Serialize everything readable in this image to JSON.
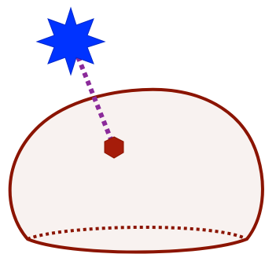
{
  "colors": {
    "background": "#ffffff",
    "dome_fill": "#f8f2f0",
    "dome_stroke": "#8b1400",
    "base_dotted": "#8b1400",
    "marker_fill": "#a51c0a",
    "star_fill": "#0033ff",
    "connector": "#8b2a9a"
  },
  "shapes": {
    "dome": "dome-solid",
    "base": "base-ellipse-front-dotted",
    "point": "hexagon-point-marker",
    "light": "star-light-source",
    "link": "dotted-connector"
  }
}
